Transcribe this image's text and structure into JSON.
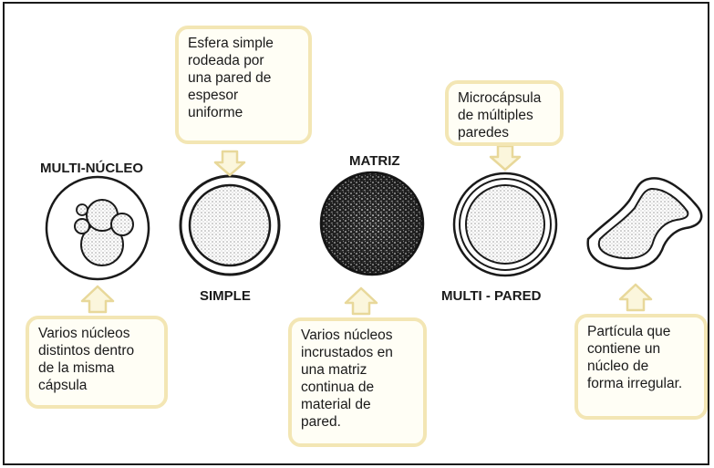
{
  "diagram": {
    "labels": {
      "multi_nucleo": "MULTI-NÚCLEO",
      "matriz": "MATRIZ",
      "simple": "SIMPLE",
      "multi_pared": "MULTI - PARED"
    },
    "callouts": {
      "simple": "Esfera simple\nrodeada por\nuna pared de\nespesor\nuniforme",
      "multi_pared": "Microcápsula\nde múltiples\nparedes",
      "multi_nucleo": "Varios núcleos\ndistintos dentro\nde la misma\ncápsula",
      "matriz": "Varios núcleos\nincrustados en\nuna matriz\ncontinua de\nmaterial de\npared.",
      "irregular": "Partícula que\ncontiene un\nnúcleo de\nforma irregular."
    },
    "colors": {
      "callout_border": "#f3e6b4",
      "callout_fill": "#fffef5",
      "arrow_fill": "#fbf6dc",
      "arrow_stroke": "#e8d89a",
      "ink": "#1a1a1a",
      "stipple": "#d9d9d9"
    }
  }
}
